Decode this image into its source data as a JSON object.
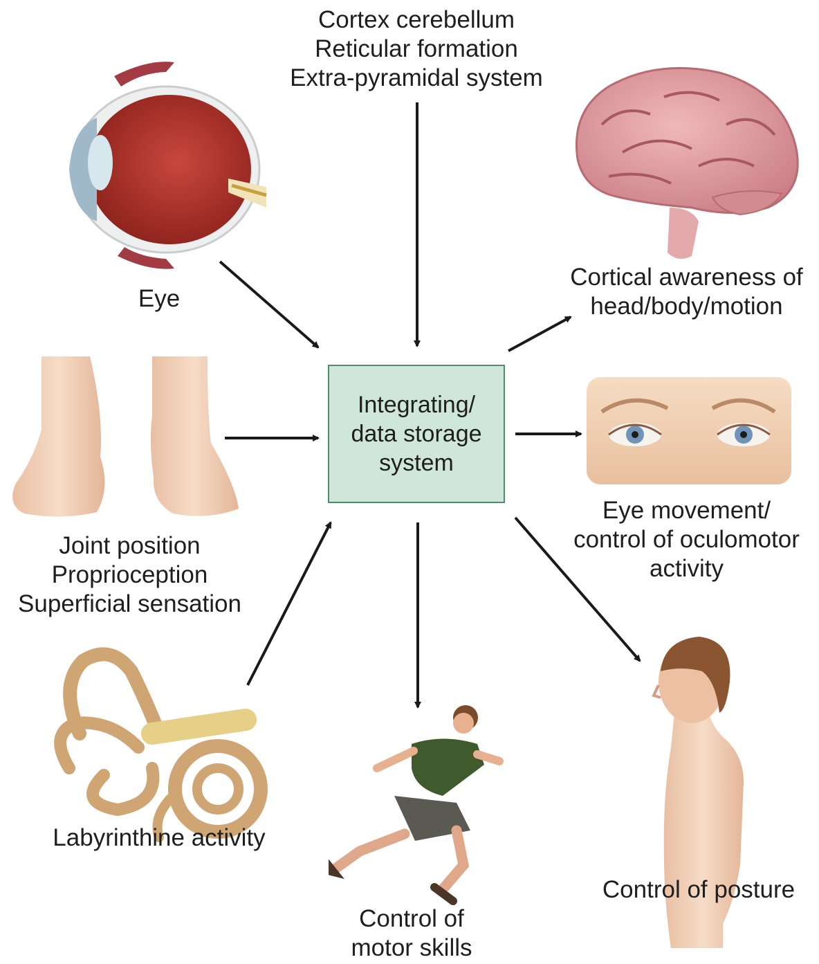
{
  "center": {
    "lines": [
      "Integrating/",
      "data storage",
      "system"
    ],
    "fill": "#cfe6da",
    "border": "#4f8a6a"
  },
  "inputs": {
    "top": {
      "lines": [
        "Cortex cerebellum",
        "Reticular formation",
        "Extra-pyramidal system"
      ]
    },
    "eye": {
      "label": "Eye",
      "icon": "eyeball-icon"
    },
    "joint": {
      "lines": [
        "Joint position",
        "Proprioception",
        "Superficial sensation"
      ],
      "icon": "feet-icon"
    },
    "labyrinth": {
      "label": "Labyrinthine activity",
      "icon": "inner-ear-icon"
    }
  },
  "outputs": {
    "cortical": {
      "lines": [
        "Cortical awareness of",
        "head/body/motion"
      ],
      "icon": "brain-icon"
    },
    "eye_movement": {
      "lines": [
        "Eye movement/",
        "control of oculomotor",
        "activity"
      ],
      "icon": "eyes-face-icon"
    },
    "posture": {
      "label": "Control of posture",
      "icon": "upper-body-icon"
    },
    "motor": {
      "lines": [
        "Control of",
        "motor skills"
      ],
      "icon": "runner-icon"
    }
  },
  "colors": {
    "arrow": "#1a1a1a",
    "skin": "#f2cfb4",
    "brain": "#d8959a",
    "ear": "#f0d9a8",
    "eye": "#b5302a"
  }
}
